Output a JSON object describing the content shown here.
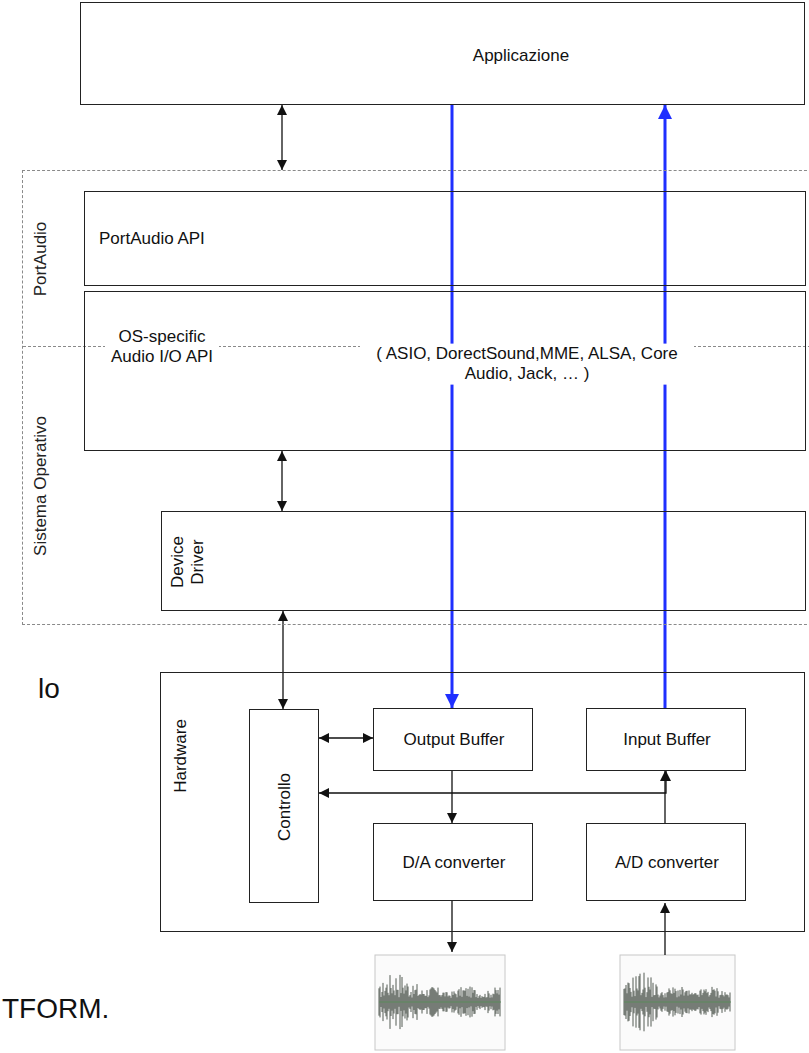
{
  "diagram": {
    "nodes": [
      {
        "text": [
          "Applicazione"
        ]
      },
      {
        "text": [
          "PortAudio",
          "Sistema Operativo"
        ]
      },
      {
        "text": [
          "PortAudio API"
        ],
        "in": 1
      },
      {
        "text": [
          "OS-specific Audio I/O API",
          "( ASIO, DorectSound,MME, ALSA, Core Audio, Jack, … )"
        ],
        "in": 1
      },
      {
        "text": [
          "Device Driver"
        ],
        "in": 1
      },
      {
        "text": [
          "Hardware"
        ]
      },
      {
        "text": [
          "Controllo"
        ],
        "in": 5
      },
      {
        "text": [
          "Output Buffer"
        ],
        "in": 5
      },
      {
        "text": [
          "Input Buffer"
        ],
        "in": 5
      },
      {
        "text": [
          "D/A converter"
        ],
        "in": 5
      },
      {
        "text": [
          "A/D converter"
        ],
        "in": 5
      }
    ],
    "edges": [
      {
        "from": 0,
        "to": 1,
        "arrow": "both"
      },
      {
        "from": 3,
        "to": 4,
        "arrow": "both"
      },
      {
        "from": 4,
        "to": 6,
        "arrow": "both"
      },
      {
        "from": 6,
        "to": 7,
        "arrow": "both"
      },
      {
        "from": 6,
        "to": 8,
        "arrow": "both"
      },
      {
        "from": 7,
        "to": 9,
        "arrow": "to"
      },
      {
        "from": 10,
        "to": 8,
        "arrow": "to"
      },
      {
        "from": 0,
        "to": 7,
        "arrow": "to"
      },
      {
        "from": 8,
        "to": 0,
        "arrow": "to"
      }
    ],
    "labels": [
      "lo",
      "TFORM."
    ]
  }
}
